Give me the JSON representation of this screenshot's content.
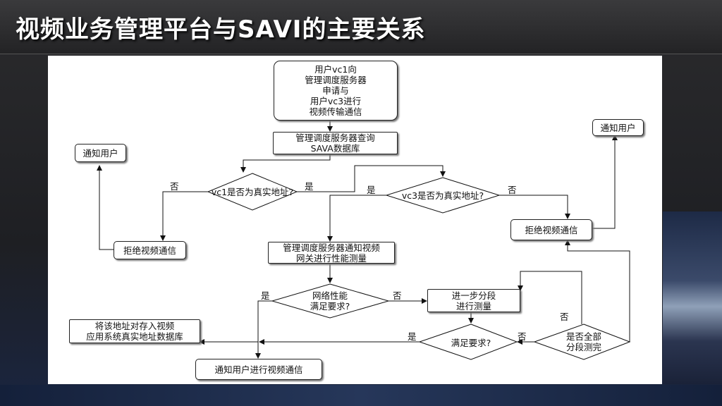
{
  "title": "视频业务管理平台与SAVI的主要关系",
  "nodes": {
    "start": "用户vc1向\n管理调度服务器\n申请与\n用户vc3进行\n视频传输通信",
    "query": "管理调度服务器查询\nSAVA数据库",
    "vc1_check": "vc1是否为真实地址?",
    "vc3_check": "vc3是否为真实地址?",
    "notify_left": "通知用户",
    "notify_right": "通知用户",
    "reject_left": "拒绝视频通信",
    "reject_right": "拒绝视频通信",
    "gateway": "管理调度服务器通知视频\n网关进行性能测量",
    "net_check": "网络性能\n满足要求?",
    "segment": "进一步分段\n进行测量",
    "store": "将该地址对存入视频\n应用系统真实地址数据库",
    "meet_check": "满足要求?",
    "all_done": "是否全部\n分段测完",
    "notify_comm": "通知用户进行视频通信"
  },
  "edge_labels": {
    "vc1_no": "否",
    "vc1_yes": "是",
    "vc3_yes": "是",
    "vc3_no": "否",
    "net_yes": "是",
    "net_no": "否",
    "meet_yes": "是",
    "meet_no": "否",
    "done_no": "否"
  }
}
